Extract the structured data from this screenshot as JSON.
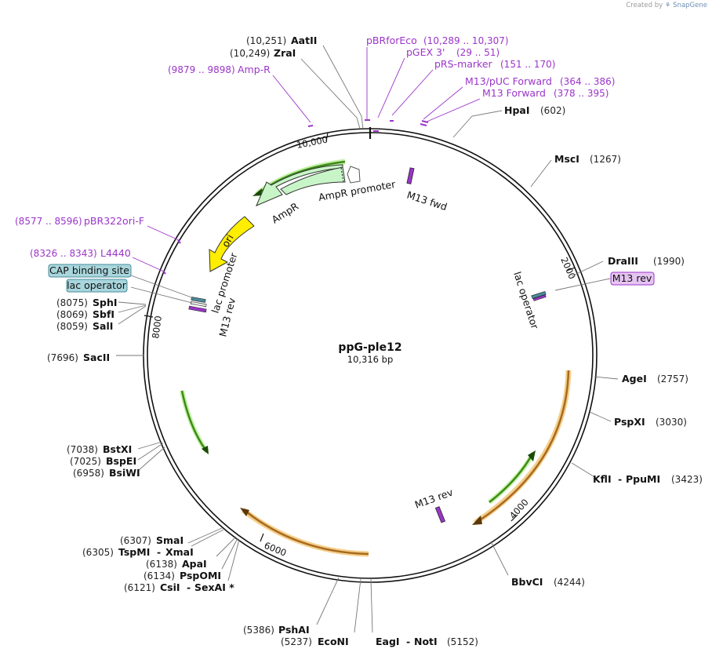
{
  "credit": {
    "prefix": "Created by",
    "brand": "SnapGene"
  },
  "plasmid": {
    "name": "ppG-ple12",
    "size_label": "10,316 bp"
  },
  "scale_ticks": [
    "10,000",
    "2000",
    "4000",
    "6000",
    "8000"
  ],
  "enzymes": [
    {
      "name": "AatII",
      "pos": "(10,251)"
    },
    {
      "name": "ZraI",
      "pos": "(10,249)"
    },
    {
      "name": "HpaI",
      "pos": "(602)"
    },
    {
      "name": "MscI",
      "pos": "(1267)"
    },
    {
      "name": "DraIII",
      "pos": "(1990)"
    },
    {
      "name": "AgeI",
      "pos": "(2757)"
    },
    {
      "name": "PspXI",
      "pos": "(3030)"
    },
    {
      "name": "KflI",
      "extra": "PpuMI",
      "pos": "(3423)"
    },
    {
      "name": "BbvCI",
      "pos": "(4244)"
    },
    {
      "name": "EagI",
      "extra": "NotI",
      "pos": "(5152)"
    },
    {
      "name": "EcoNI",
      "pos": "(5237)"
    },
    {
      "name": "PshAI",
      "pos": "(5386)"
    },
    {
      "name": "CsiI",
      "extra": "SexAI *",
      "pos": "(6121)"
    },
    {
      "name": "PspOMI",
      "pos": "(6134)"
    },
    {
      "name": "ApaI",
      "pos": "(6138)"
    },
    {
      "name": "TspMI",
      "extra": "XmaI",
      "pos": "(6305)"
    },
    {
      "name": "SmaI",
      "pos": "(6307)"
    },
    {
      "name": "BsiWI",
      "pos": "(6958)"
    },
    {
      "name": "BspEI",
      "pos": "(7025)"
    },
    {
      "name": "BstXI",
      "pos": "(7038)"
    },
    {
      "name": "SacII",
      "pos": "(7696)"
    },
    {
      "name": "SalI",
      "pos": "(8059)"
    },
    {
      "name": "SbfI",
      "pos": "(8069)"
    },
    {
      "name": "SphI",
      "pos": "(8075)"
    }
  ],
  "primers": [
    {
      "name": "pBRforEco",
      "range": "(10,289 .. 10,307)"
    },
    {
      "name": "pGEX 3'",
      "range": "(29 .. 51)"
    },
    {
      "name": "pRS-marker",
      "range": "(151 .. 170)"
    },
    {
      "name": "M13/pUC Forward",
      "range": "(364 .. 386)"
    },
    {
      "name": "M13 Forward",
      "range": "(378 .. 395)"
    },
    {
      "name": "Amp-R",
      "range": "(9879 .. 9898)"
    },
    {
      "name": "pBR322ori-F",
      "range": "(8577 .. 8596)"
    },
    {
      "name": "L4440",
      "range": "(8326 .. 8343)"
    }
  ],
  "boxed_labels": {
    "m13_rev": "M13 rev",
    "cap_site": "CAP binding site",
    "lac_operator": "lac operator"
  },
  "features": {
    "ampr": "AmpR",
    "ampr_promoter": "AmpR promoter",
    "ori": "ori",
    "m13_fwd": "M13 fwd",
    "lac_operator": "lac operator",
    "lac_promoter": "lac promoter",
    "m13_rev_left": "M13 rev",
    "m13_rev_bottom": "M13 rev"
  },
  "colors": {
    "primer": "#9b35c9",
    "ampr_fill": "#c8f5c8",
    "ori_fill": "#ffee00",
    "orf_green": "#3c8c14",
    "orf_orange": "#a86a20",
    "lac_box": "#a8d6dc",
    "m13_box": "#e6c4f2"
  }
}
